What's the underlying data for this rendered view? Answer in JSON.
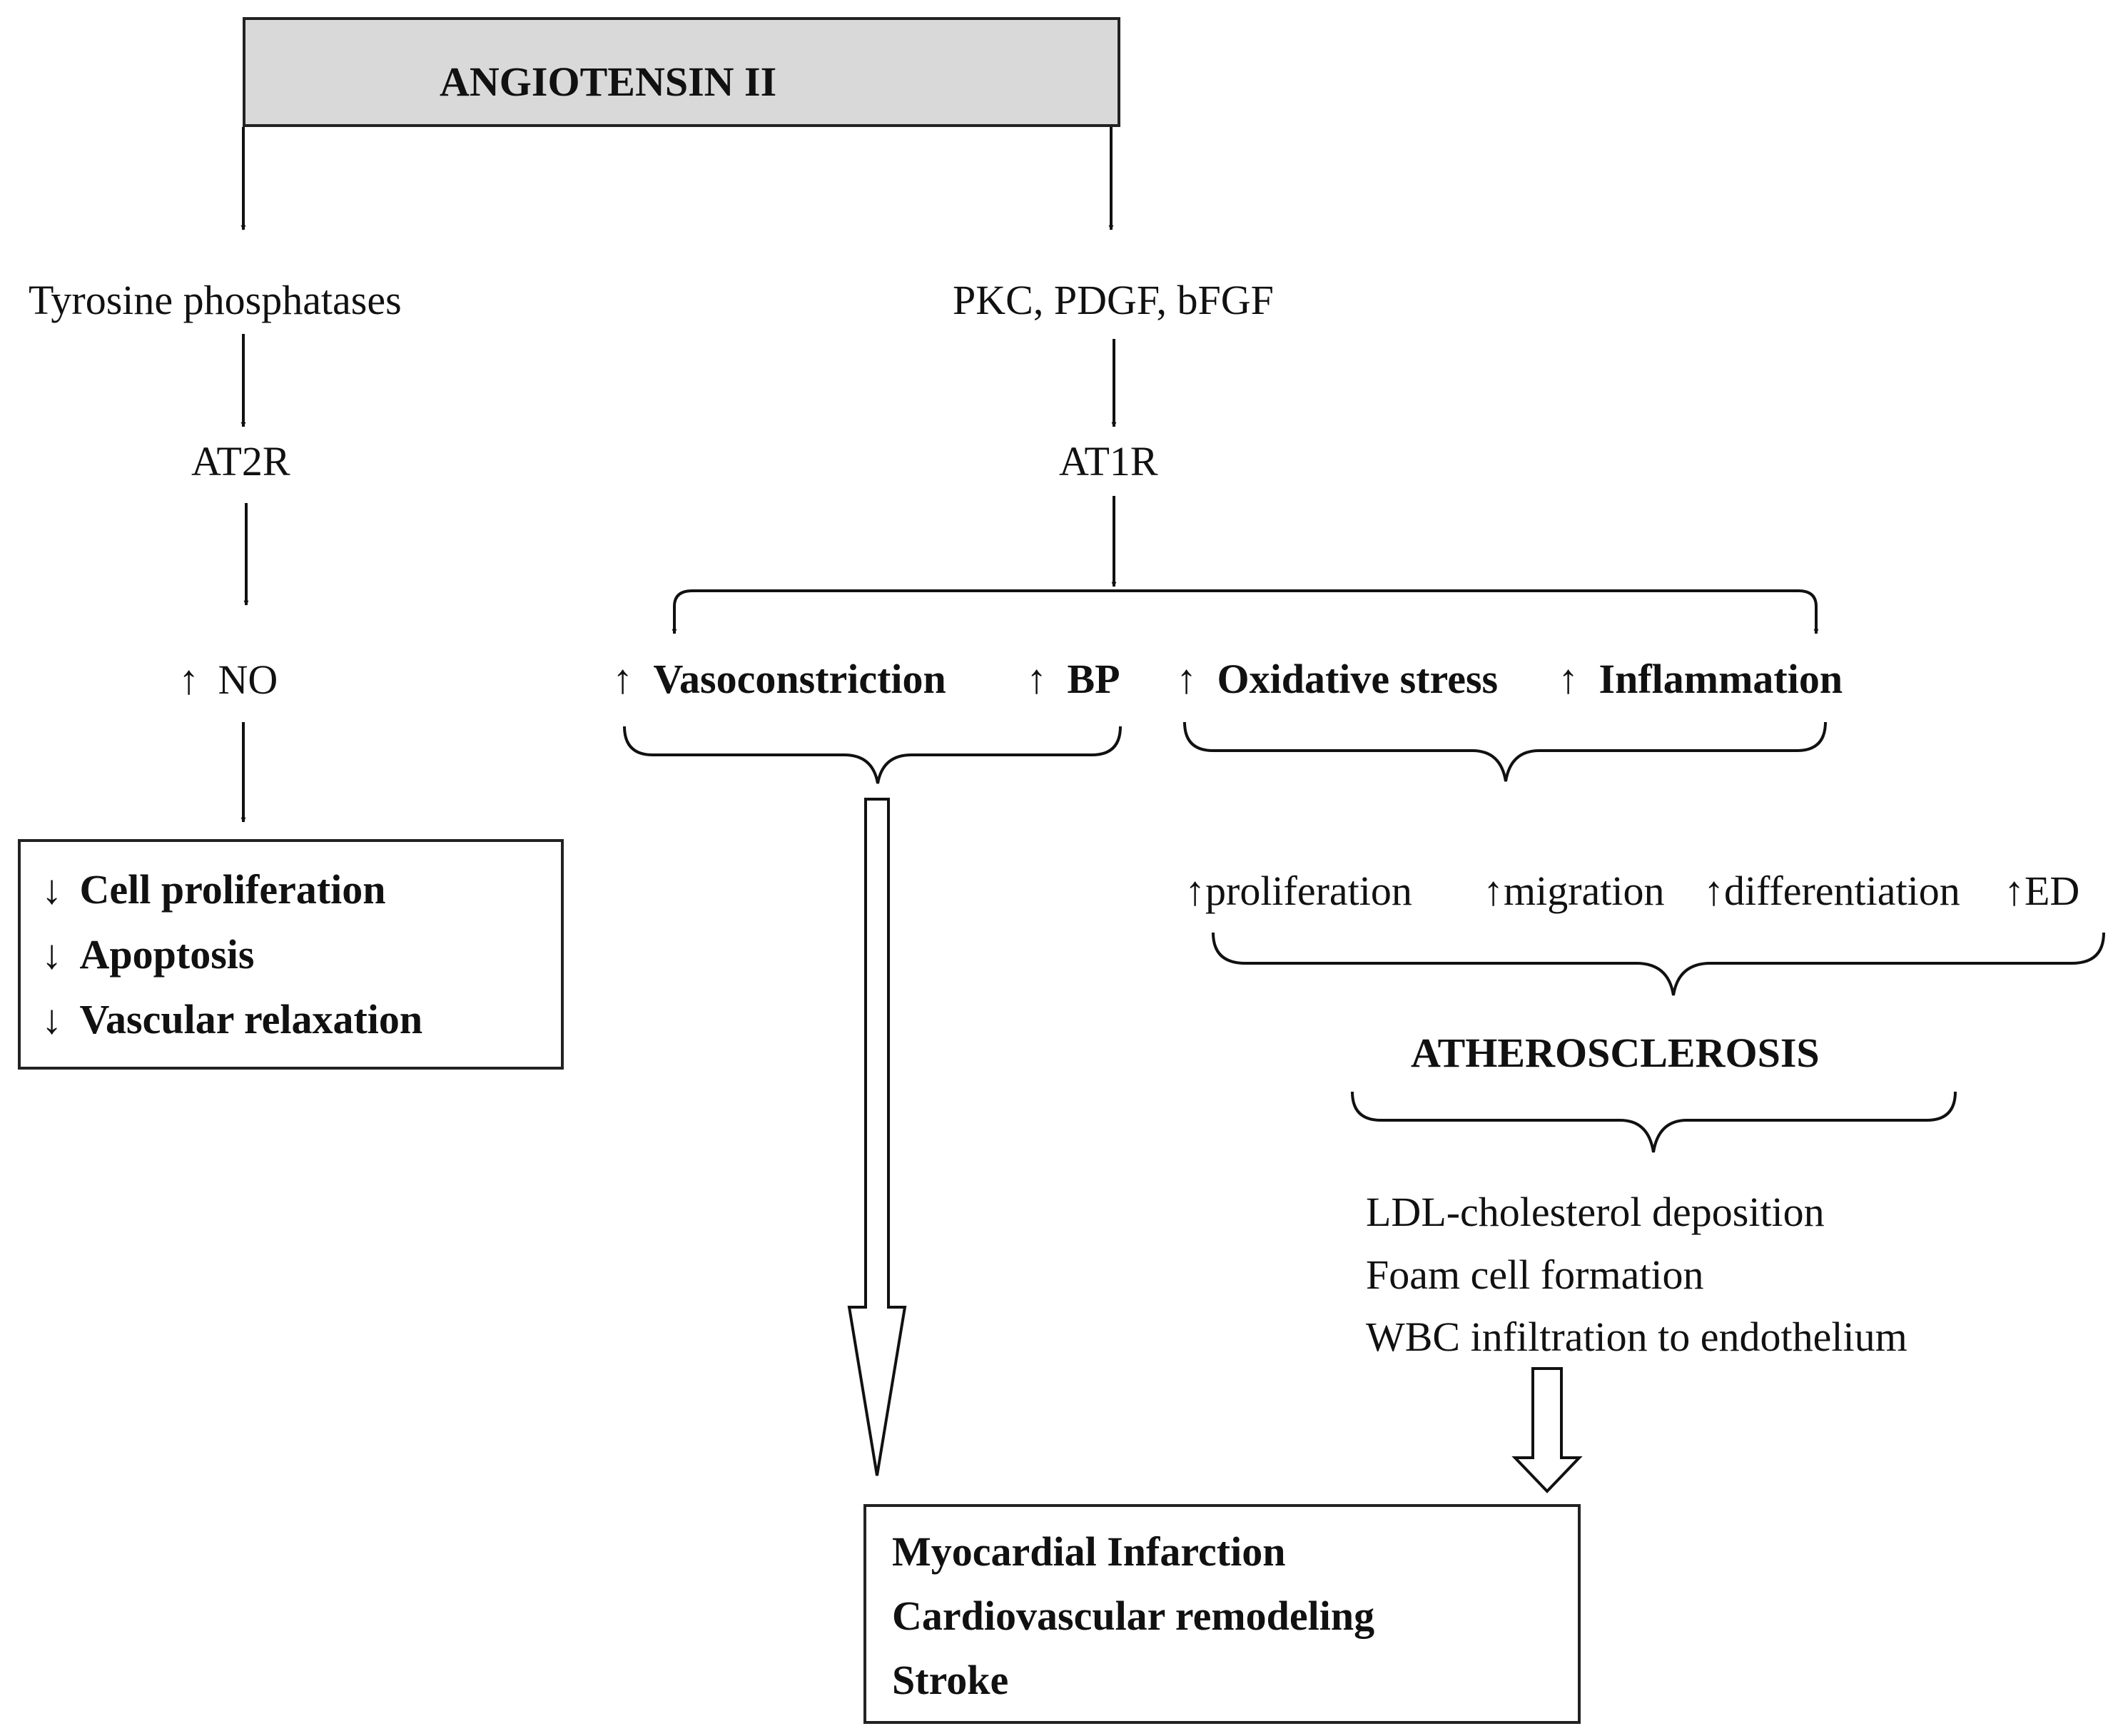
{
  "top": {
    "title": "ANGIOTENSIN II"
  },
  "left_branch": {
    "step1": "Tyrosine phosphatases",
    "step2": "AT2R",
    "step3_arrow": "↑",
    "step3": "NO",
    "outcomes": [
      {
        "arrow": "↓",
        "label": "Cell proliferation"
      },
      {
        "arrow": "↓",
        "label": "Apoptosis"
      },
      {
        "arrow": "↓",
        "label": "Vascular relaxation"
      }
    ]
  },
  "right_branch": {
    "step1": "PKC, PDGF, bFGF",
    "step2": "AT1R",
    "effects_left": [
      {
        "arrow": "↑",
        "label": "Vasoconstriction"
      },
      {
        "arrow": "↑",
        "label": "BP"
      }
    ],
    "effects_right": [
      {
        "arrow": "↑",
        "label": "Oxidative stress"
      },
      {
        "arrow": "↑",
        "label": "Inflammation"
      }
    ],
    "cell_effects": [
      {
        "arrow": "↑",
        "label": "proliferation"
      },
      {
        "arrow": "↑",
        "label": "migration"
      },
      {
        "arrow": "↑",
        "label": "differentiation"
      },
      {
        "arrow": "↑",
        "label": "ED"
      }
    ],
    "atherosclerosis": "ATHEROSCLEROSIS",
    "athero_features": [
      "LDL-cholesterol deposition",
      "Foam cell formation",
      "WBC infiltration to endothelium"
    ]
  },
  "final_outcomes": [
    "Myocardial Infarction",
    "Cardiovascular remodeling",
    "Stroke"
  ]
}
